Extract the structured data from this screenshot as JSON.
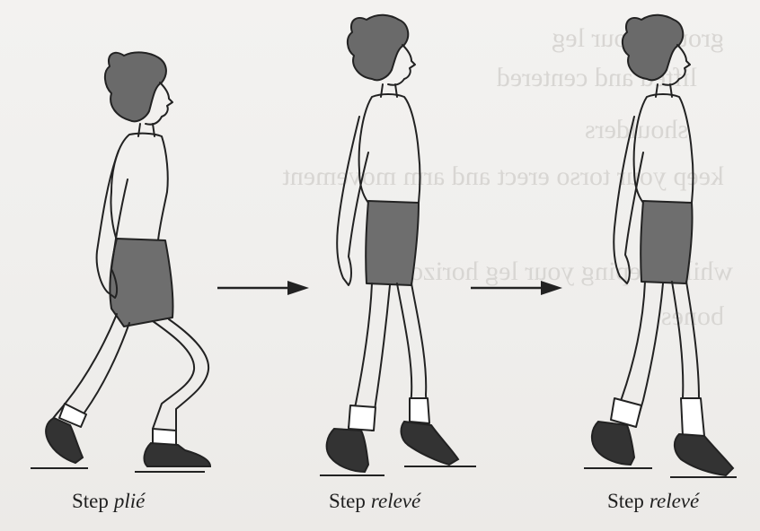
{
  "illustration": {
    "figures": [
      {
        "id": "plie",
        "caption_word": "Step",
        "caption_term": "plié"
      },
      {
        "id": "releve-1",
        "caption_word": "Step",
        "caption_term": "relevé"
      },
      {
        "id": "releve-2",
        "caption_word": "Step",
        "caption_term": "relevé"
      }
    ],
    "colors": {
      "line": "#222222",
      "shorts": "#6e6e6e",
      "shoe": "#333333",
      "hair": "#6a6a6a"
    }
  }
}
